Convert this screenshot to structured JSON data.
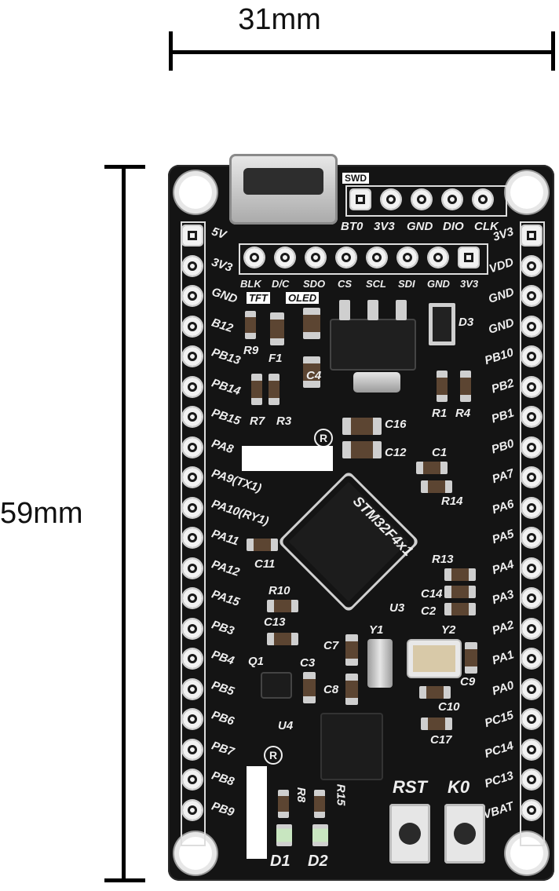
{
  "dimensions": {
    "width": "31mm",
    "height": "59mm"
  },
  "board": {
    "header_top_label": "SWD",
    "header_top_pins": [
      "BT0",
      "3V3",
      "GND",
      "DIO",
      "CLK"
    ],
    "display_header_pins": [
      "BLK",
      "D/C",
      "SDO",
      "CS",
      "SCL",
      "SDI",
      "GND",
      "3V3"
    ],
    "display_tags": [
      "TFT",
      "OLED"
    ],
    "left_pins": [
      "5V",
      "3V3",
      "GND",
      "B12",
      "PB13",
      "PB14",
      "PB15",
      "PA8",
      "PA9(TX1)",
      "PA10(RY1)",
      "PA11",
      "PA12",
      "PA15",
      "PB3",
      "PB4",
      "PB5",
      "PB6",
      "PB7",
      "PB8",
      "PB9"
    ],
    "right_pins": [
      "3V3",
      "VDD",
      "GND",
      "GND",
      "PB10",
      "PB2",
      "PB1",
      "PB0",
      "PA7",
      "PA6",
      "PA5",
      "PA4",
      "PA3",
      "PA2",
      "PA1",
      "PA0",
      "PC15",
      "PC14",
      "PC13",
      "VBAT"
    ],
    "mcu_label": "STM32F4x1",
    "component_labels": {
      "r9": "R9",
      "f1": "F1",
      "c4": "C4",
      "d3": "D3",
      "r1": "R1",
      "r4": "R4",
      "r7": "R7",
      "r3": "R3",
      "c16": "C16",
      "c12": "C12",
      "c1": "C1",
      "r14": "R14",
      "c11": "C11",
      "r13": "R13",
      "c14": "C14",
      "c2": "C2",
      "u3": "U3",
      "r10": "R10",
      "c13": "C13",
      "y1": "Y1",
      "y2": "Y2",
      "c7": "C7",
      "q1": "Q1",
      "c3": "C3",
      "c8": "C8",
      "c9": "C9",
      "c10": "C10",
      "u4": "U4",
      "c17": "C17",
      "r8": "R8",
      "r15": "R15",
      "d1": "D1",
      "d2": "D2",
      "reg_mark_1": "R",
      "reg_mark_2": "R"
    },
    "buttons": {
      "reset": "RST",
      "key0": "K0"
    }
  }
}
